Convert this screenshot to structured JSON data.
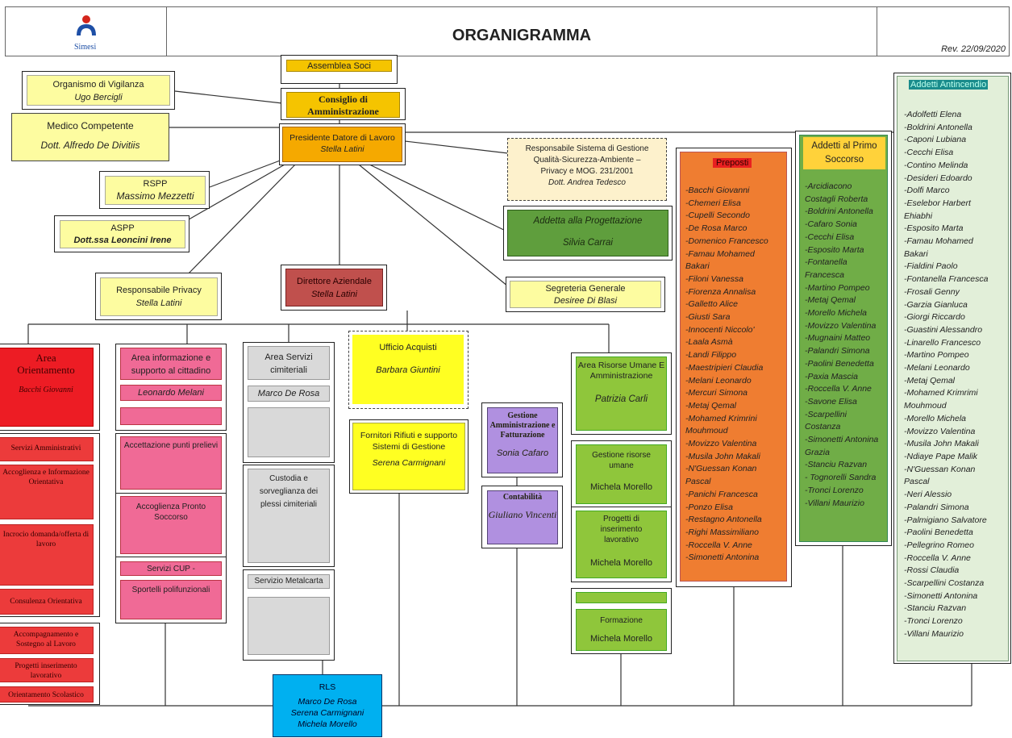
{
  "header": {
    "logo_text": "Simesi",
    "title": "ORGANIGRAMMA",
    "revision": "Rev. 22/09/2020"
  },
  "assemblea": {
    "label": "Assemblea Soci"
  },
  "consiglio": {
    "line1": "Consiglio di",
    "line2": "Amministrazione"
  },
  "vigilanza": {
    "title": "Organismo di Vigilanza",
    "name": "Ugo Bercigli"
  },
  "medico": {
    "title": "Medico Competente",
    "name": "Dott. Alfredo De Divitiis"
  },
  "presidente": {
    "title": "Presidente Datore di Lavoro",
    "name": "Stella Latini"
  },
  "rspp": {
    "title": "RSPP",
    "name": "Massimo Mezzetti"
  },
  "aspp": {
    "title": "ASPP",
    "name": "Dott.ssa Leoncini Irene"
  },
  "privacy": {
    "title": "Responsabile Privacy",
    "name": "Stella Latini"
  },
  "direttore": {
    "title": "Direttore Aziendale",
    "name": "Stella Latini"
  },
  "sistema_gestione": {
    "line1": "Responsabile Sistema di Gestione",
    "line2": "Qualità-Sicurezza-Ambiente –",
    "line3": "Privacy e MOG. 231/2001",
    "name": "Dott. Andrea Tedesco"
  },
  "progettazione": {
    "title": "Addetta alla Progettazione",
    "name": "Silvia Carrai"
  },
  "segreteria": {
    "title": "Segreteria Generale",
    "name": "Desiree Di Blasi"
  },
  "preposti": {
    "title": "Preposti",
    "names": [
      "-Bacchi Giovanni",
      "-Chemeri Elisa",
      "-Cupelli Secondo",
      "-De Rosa Marco",
      "-Domenico Francesco",
      "-Famau Mohamed",
      "Bakari",
      "-Filoni Vanessa",
      "-Fiorenza Annalisa",
      "-Galletto Alice",
      "-Giusti Sara",
      "-Innocenti Niccolo'",
      "-Laala Asmà",
      "-Landi Filippo",
      "-Maestripieri Claudia",
      "-Melani Leonardo",
      "-Mercuri Simona",
      "-Metaj Qemal",
      "-Mohamed Krimrini",
      "Mouhmoud",
      "-Movizzo Valentina",
      "-Musila John Makali",
      "-N'Guessan Konan",
      "Pascal",
      "-Panichi Francesca",
      "-Ponzo Elisa",
      "-Restagno Antonella",
      "-Righi Massimiliano",
      "-Roccella V. Anne",
      "-Simonetti Antonina"
    ]
  },
  "primo_soccorso": {
    "title_line1": "Addetti al Primo",
    "title_line2": "Soccorso",
    "names": [
      "-Arcidiacono",
      "Costagli Roberta",
      "-Boldrini Antonella",
      "-Cafaro Sonia",
      "-Cecchi Elisa",
      "-Esposito Marta",
      "-Fontanella",
      "Francesca",
      "-Martino Pompeo",
      "-Metaj Qemal",
      "-Morello Michela",
      "-Movizzo Valentina",
      "-Mugnaini Matteo",
      "-Palandri Simona",
      "-Paolini Benedetta",
      "-Paxia Mascia",
      "-Roccella V. Anne",
      "-Savone Elisa",
      "-Scarpellini",
      "Costanza",
      "-Simonetti Antonina",
      "Grazia",
      "-Stanciu Razvan",
      "- Tognorelli Sandra",
      "-Tronci Lorenzo",
      "-Villani Maurizio"
    ]
  },
  "antincendio": {
    "title": "Addetti Antincendio",
    "names": [
      "-Adolfetti Elena",
      "-Boldrini Antonella",
      "-Caponi Lubiana",
      "-Cecchi Elisa",
      "-Contino Melinda",
      "-Desideri Edoardo",
      "-Dolfi Marco",
      "-Eselebor Harbert",
      "Ehiabhi",
      "-Esposito Marta",
      "-Famau Mohamed",
      "Bakari",
      "-Fialdini Paolo",
      "-Fontanella Francesca",
      "-Frosali Genny",
      "-Garzia Gianluca",
      "-Giorgi Riccardo",
      "-Guastini Alessandro",
      "-Linarello Francesco",
      "-Martino Pompeo",
      "-Melani Leonardo",
      "-Metaj Qemal",
      "-Mohamed Krimrimi",
      "Mouhmoud",
      "-Morello Michela",
      "-Movizzo Valentina",
      "-Musila John Makali",
      "-Ndiaye Pape Malik",
      "-N'Guessan Konan",
      "Pascal",
      "-Neri Alessio",
      "-Palandri Simona",
      "-Palmigiano Salvatore",
      "-Paolini Benedetta",
      "-Pellegrino Romeo",
      "-Roccella V. Anne",
      "-Rossi Claudia",
      "-Scarpellini Costanza",
      "-Simonetti Antonina",
      "-Stanciu Razvan",
      "-Tronci Lorenzo",
      "-Villani Maurizio"
    ]
  },
  "area_orientamento": {
    "title_line1": "Area",
    "title_line2": "Orientamento",
    "name": "Bacchi Giovanni",
    "items": [
      "Servizi Amministrativi",
      "Accoglienza e Informazione Orientativa",
      "Incrocio domanda/offerta di lavoro",
      "Consulenza Orientativa",
      "Accompagnamento e Sostegno al Lavoro",
      "Progetti inserimento lavorativo",
      "Orientamento Scolastico"
    ]
  },
  "area_informazione": {
    "title": "Area informazione e supporto al cittadino",
    "name": "Leonardo Melani",
    "item1": "Accettazione punti prelievi",
    "item2": "Accoglienza Pronto Soccorso",
    "item3_title": "Servizi CUP -",
    "item3_sub": "Sportelli polifunzionali"
  },
  "area_cimiteriali": {
    "title": "Area Servizi cimiteriali",
    "name": "Marco De Rosa",
    "item1": "Custodia e sorveglianza dei plessi cimiteriali",
    "item2": "Servizio Metalcarta"
  },
  "ufficio_acquisti": {
    "title": "Ufficio Acquisti",
    "name": "Barbara Giuntini"
  },
  "fornitori": {
    "title": "Fornitori Rifiuti e supporto Sistemi di Gestione",
    "name": "Serena Carmignani"
  },
  "rls": {
    "title": "RLS",
    "names": [
      "Marco De Rosa",
      "Serena Carmignani",
      "Michela Morello"
    ]
  },
  "gestione_amm": {
    "title": "Gestione Amministrazione e Fatturazione",
    "name": "Sonia Cafaro"
  },
  "contabilita": {
    "title": "Contabilità",
    "name": "Giuliano Vincenti"
  },
  "area_risorse": {
    "title": "Area Risorse Umane E Amministrazione",
    "name": "Patrizia Carli",
    "item1_title": "Gestione risorse umane",
    "item1_name": "Michela Morello",
    "item2_title": "Progetti di inserimento lavorativo",
    "item2_name": "Michela Morello",
    "item3_title": "Formazione",
    "item3_name": "Michela Morello"
  }
}
